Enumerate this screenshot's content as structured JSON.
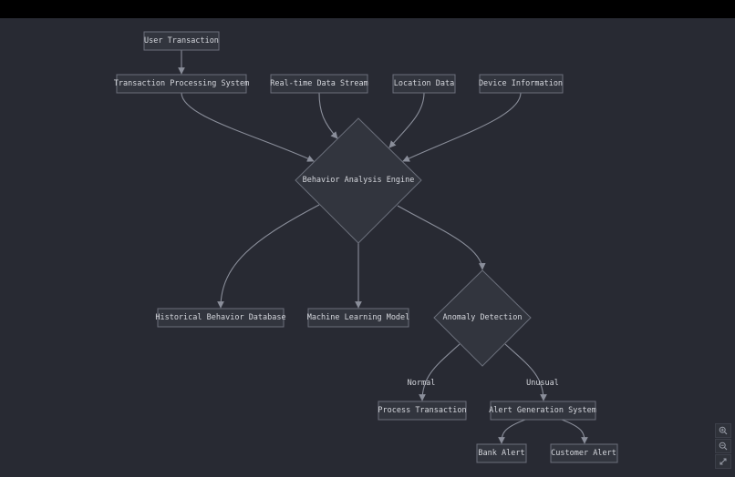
{
  "diagram": {
    "nodes": [
      {
        "id": "user-transaction",
        "label": "User Transaction",
        "shape": "rect"
      },
      {
        "id": "transaction-processing",
        "label": "Transaction Processing System",
        "shape": "rect"
      },
      {
        "id": "realtime-stream",
        "label": "Real-time Data Stream",
        "shape": "rect"
      },
      {
        "id": "location-data",
        "label": "Location Data",
        "shape": "rect"
      },
      {
        "id": "device-info",
        "label": "Device Information",
        "shape": "rect"
      },
      {
        "id": "behavior-engine",
        "label": "Behavior Analysis Engine",
        "shape": "diamond"
      },
      {
        "id": "historical-db",
        "label": "Historical Behavior Database",
        "shape": "rect"
      },
      {
        "id": "ml-model",
        "label": "Machine Learning Model",
        "shape": "rect"
      },
      {
        "id": "anomaly-detection",
        "label": "Anomaly Detection",
        "shape": "diamond"
      },
      {
        "id": "process-transaction",
        "label": "Process Transaction",
        "shape": "rect"
      },
      {
        "id": "alert-system",
        "label": "Alert Generation System",
        "shape": "rect"
      },
      {
        "id": "bank-alert",
        "label": "Bank Alert",
        "shape": "rect"
      },
      {
        "id": "customer-alert",
        "label": "Customer Alert",
        "shape": "rect"
      }
    ],
    "edges": [
      {
        "from": "user-transaction",
        "to": "transaction-processing",
        "label": ""
      },
      {
        "from": "transaction-processing",
        "to": "behavior-engine",
        "label": ""
      },
      {
        "from": "realtime-stream",
        "to": "behavior-engine",
        "label": ""
      },
      {
        "from": "location-data",
        "to": "behavior-engine",
        "label": ""
      },
      {
        "from": "device-info",
        "to": "behavior-engine",
        "label": ""
      },
      {
        "from": "behavior-engine",
        "to": "historical-db",
        "label": ""
      },
      {
        "from": "behavior-engine",
        "to": "ml-model",
        "label": ""
      },
      {
        "from": "behavior-engine",
        "to": "anomaly-detection",
        "label": ""
      },
      {
        "from": "anomaly-detection",
        "to": "process-transaction",
        "label": "Normal"
      },
      {
        "from": "anomaly-detection",
        "to": "alert-system",
        "label": "Unusual"
      },
      {
        "from": "alert-system",
        "to": "bank-alert",
        "label": ""
      },
      {
        "from": "alert-system",
        "to": "customer-alert",
        "label": ""
      }
    ]
  },
  "controls": {
    "zoom_in_icon": "zoom-in-icon",
    "zoom_out_icon": "zoom-out-icon",
    "fit_icon": "fit-view-icon"
  }
}
